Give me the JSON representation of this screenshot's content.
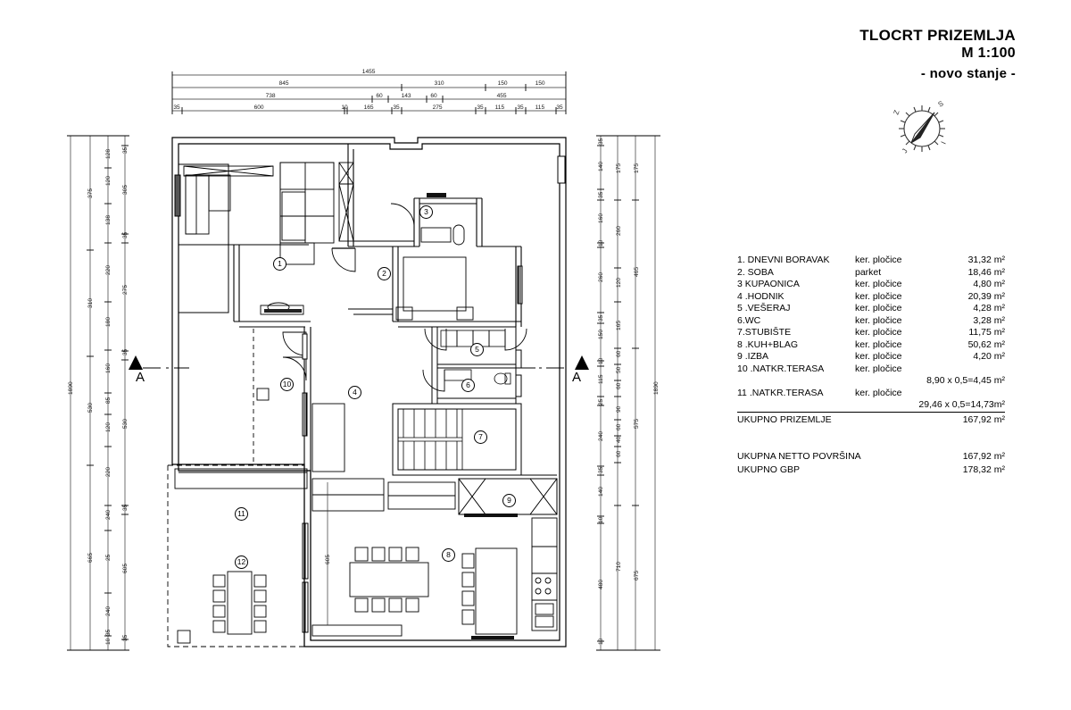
{
  "title_block": {
    "line1": "TLOCRT PRIZEMLJA",
    "line2": "M 1:100",
    "line3": "- novo stanje -"
  },
  "compass": {
    "name": "compass-rose",
    "labels": [
      "Z",
      "S",
      "J",
      "I"
    ]
  },
  "legend": {
    "rows": [
      {
        "name": "1. DNEVNI BORAVAK",
        "finish": "ker. pločice",
        "area": "31,32 m²"
      },
      {
        "name": "2. SOBA",
        "finish": "parket",
        "area": "18,46 m²"
      },
      {
        "name": "3  KUPAONICA",
        "finish": "ker. pločice",
        "area": "4,80 m²"
      },
      {
        "name": "4 .HODNIK",
        "finish": "ker. pločice",
        "area": "20,39 m²"
      },
      {
        "name": "5 .VEŠERAJ",
        "finish": "ker. pločice",
        "area": "4,28 m²"
      },
      {
        "name": "6.WC",
        "finish": "ker. pločice",
        "area": "3,28 m²"
      },
      {
        "name": "7.STUBIŠTE",
        "finish": "ker. pločice",
        "area": "11,75 m²"
      },
      {
        "name": "8 .KUH+BLAG",
        "finish": "ker. pločice",
        "area": "50,62 m²"
      },
      {
        "name": "9 .IZBA",
        "finish": "ker. pločice",
        "area": "4,20 m²"
      },
      {
        "name": "10 .NATKR.TERASA",
        "finish": "ker. pločice",
        "area": ""
      },
      {
        "name": "",
        "finish": "",
        "area": "8,90 x 0,5=4,45 m²",
        "span": true
      },
      {
        "name": "11 .NATKR.TERASA",
        "finish": "ker. pločice",
        "area": ""
      },
      {
        "name": "",
        "finish": "",
        "area": "29,46 x 0,5=14,73m²",
        "span": true
      }
    ],
    "subtotal_label": "UKUPNO PRIZEMLJE",
    "subtotal_value": "167,92 m²",
    "totals": [
      {
        "label": "UKUPNA NETTO POVRŠINA",
        "value": "167,92  m²"
      },
      {
        "label": "UKUPNO GBP",
        "value": "178,32 m²"
      }
    ]
  },
  "section_markers": [
    {
      "label": "A",
      "side": "left"
    },
    {
      "label": "A",
      "side": "right"
    }
  ],
  "room_numbers": [
    "1",
    "2",
    "3",
    "4",
    "5",
    "6",
    "7",
    "8",
    "9",
    "10",
    "11",
    "12"
  ],
  "dimensions": {
    "top_row1": [
      "1455"
    ],
    "top_row2": [
      "845",
      "310",
      "150",
      "150"
    ],
    "top_row3": [
      "738",
      "60",
      "143",
      "60",
      "455"
    ],
    "top_row4": [
      "35",
      "600",
      "10",
      "165",
      "35",
      "275",
      "35",
      "115",
      "35",
      "115",
      "35"
    ],
    "left_outer": [
      "1890"
    ],
    "left_col2": [
      "375",
      "310",
      "530",
      "665"
    ],
    "left_col3": [
      "128",
      "120",
      "138",
      "220",
      "180",
      "160",
      "85",
      "120",
      "220",
      "240",
      "25",
      "240",
      "35",
      "10"
    ],
    "left_col4": [
      "35",
      "305",
      "35",
      "275",
      "35",
      "530",
      "35",
      "605",
      "35"
    ],
    "right_col1": [
      "35",
      "140",
      "35",
      "160",
      "10",
      "260",
      "35",
      "150",
      "10",
      "115",
      "25",
      "240",
      "35",
      "140",
      "10",
      "480",
      "10"
    ],
    "right_col2": [
      "175",
      "260",
      "120",
      "165",
      "60",
      "50",
      "60",
      "90",
      "60",
      "40",
      "60",
      "710"
    ],
    "right_col3": [
      "175",
      "465",
      "575",
      "675"
    ],
    "right_outer": [
      "1890"
    ],
    "interior": [
      "605"
    ]
  },
  "colors": {
    "ink": "#000000",
    "dim_ink": "#222222",
    "paper": "#ffffff"
  }
}
